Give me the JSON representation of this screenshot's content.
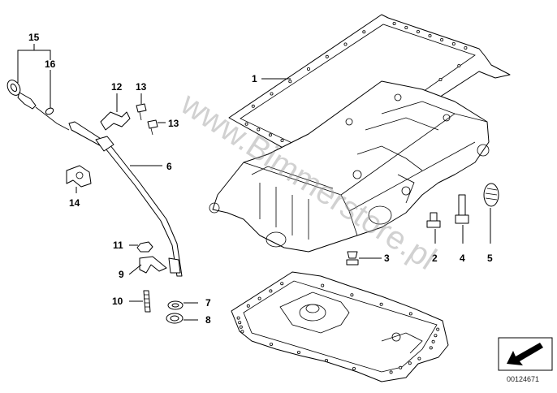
{
  "callouts": {
    "c1": "1",
    "c2": "2",
    "c3": "3",
    "c4": "4",
    "c5": "5",
    "c6": "6",
    "c7": "7",
    "c8": "8",
    "c9": "9",
    "c10": "10",
    "c11": "11",
    "c12": "12",
    "c13a": "13",
    "c13b": "13",
    "c14": "14",
    "c15": "15",
    "c16": "16"
  },
  "watermark": "www.Bimmerstore.pl",
  "diagram_code": "00124671",
  "colors": {
    "line": "#000000",
    "watermark": "#9a9a9a",
    "background": "#ffffff"
  }
}
